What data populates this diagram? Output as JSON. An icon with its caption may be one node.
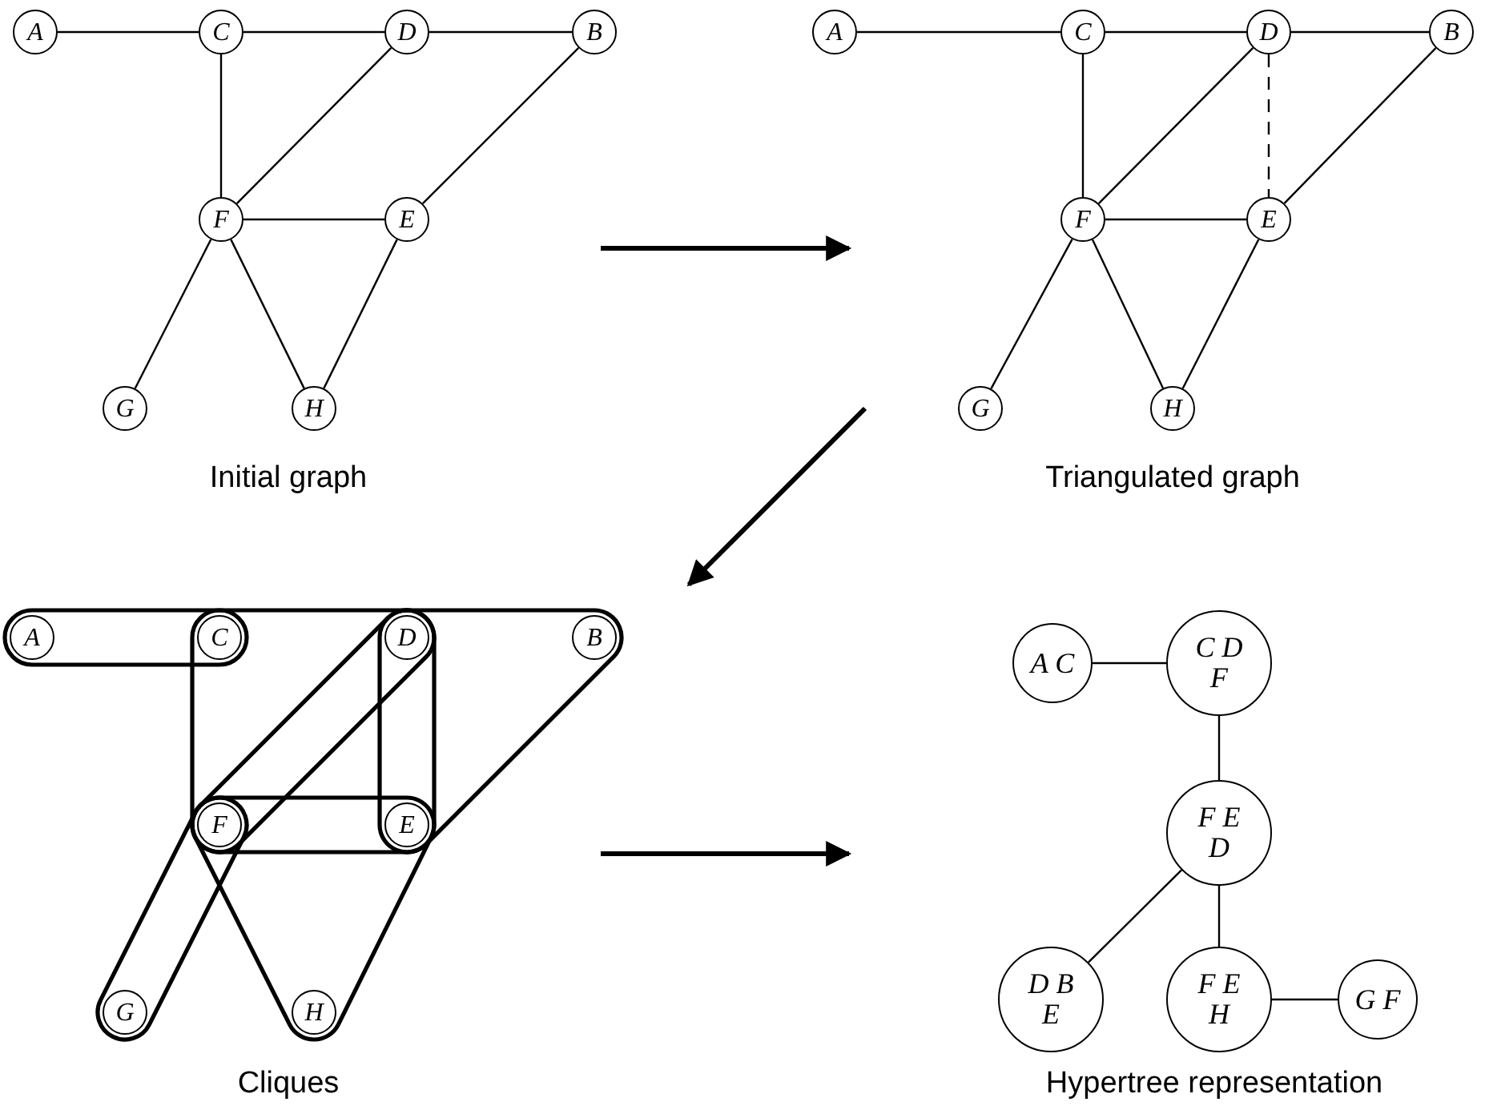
{
  "diagram": {
    "nodes": [
      {
        "text": [
          "A"
        ]
      },
      {
        "text": [
          "C"
        ]
      },
      {
        "text": [
          "D"
        ]
      },
      {
        "text": [
          "B"
        ]
      },
      {
        "text": [
          "F"
        ]
      },
      {
        "text": [
          "E"
        ]
      },
      {
        "text": [
          "G"
        ]
      },
      {
        "text": [
          "H"
        ]
      },
      {
        "text": [
          "A"
        ]
      },
      {
        "text": [
          "C"
        ]
      },
      {
        "text": [
          "D"
        ]
      },
      {
        "text": [
          "B"
        ]
      },
      {
        "text": [
          "F"
        ]
      },
      {
        "text": [
          "E"
        ]
      },
      {
        "text": [
          "G"
        ]
      },
      {
        "text": [
          "H"
        ]
      },
      {
        "text": [
          "A"
        ]
      },
      {
        "text": [
          "C"
        ]
      },
      {
        "text": [
          "D"
        ]
      },
      {
        "text": [
          "B"
        ]
      },
      {
        "text": [
          "F"
        ]
      },
      {
        "text": [
          "E"
        ]
      },
      {
        "text": [
          "G"
        ]
      },
      {
        "text": [
          "H"
        ]
      },
      {
        "text": [
          "A C"
        ]
      },
      {
        "text": [
          "C D F"
        ]
      },
      {
        "text": [
          "F E D"
        ]
      },
      {
        "text": [
          "D B E"
        ]
      },
      {
        "text": [
          "F E H"
        ]
      },
      {
        "text": [
          "G F"
        ]
      }
    ],
    "edges": [
      {
        "from": 0,
        "to": 1,
        "arrow": "none"
      },
      {
        "from": 1,
        "to": 2,
        "arrow": "none"
      },
      {
        "from": 2,
        "to": 3,
        "arrow": "none"
      },
      {
        "from": 1,
        "to": 4,
        "arrow": "none"
      },
      {
        "from": 2,
        "to": 4,
        "arrow": "none"
      },
      {
        "from": 4,
        "to": 5,
        "arrow": "none"
      },
      {
        "from": 3,
        "to": 5,
        "arrow": "none"
      },
      {
        "from": 4,
        "to": 6,
        "arrow": "none"
      },
      {
        "from": 4,
        "to": 7,
        "arrow": "none"
      },
      {
        "from": 5,
        "to": 7,
        "arrow": "none"
      },
      {
        "from": 8,
        "to": 9,
        "arrow": "none"
      },
      {
        "from": 9,
        "to": 10,
        "arrow": "none"
      },
      {
        "from": 10,
        "to": 11,
        "arrow": "none"
      },
      {
        "from": 9,
        "to": 12,
        "arrow": "none"
      },
      {
        "from": 10,
        "to": 12,
        "arrow": "none"
      },
      {
        "from": 10,
        "to": 13,
        "arrow": "none",
        "style": "dashed"
      },
      {
        "from": 12,
        "to": 13,
        "arrow": "none"
      },
      {
        "from": 11,
        "to": 13,
        "arrow": "none"
      },
      {
        "from": 12,
        "to": 14,
        "arrow": "none"
      },
      {
        "from": 12,
        "to": 15,
        "arrow": "none"
      },
      {
        "from": 13,
        "to": 15,
        "arrow": "none"
      },
      {
        "from": 24,
        "to": 25,
        "arrow": "none"
      },
      {
        "from": 25,
        "to": 26,
        "arrow": "none"
      },
      {
        "from": 26,
        "to": 27,
        "arrow": "none"
      },
      {
        "from": 26,
        "to": 28,
        "arrow": "none"
      },
      {
        "from": 28,
        "to": 29,
        "arrow": "none"
      }
    ],
    "labels": [
      "Initial graph",
      "Triangulated graph",
      "Cliques",
      "Hypertree representation"
    ]
  }
}
